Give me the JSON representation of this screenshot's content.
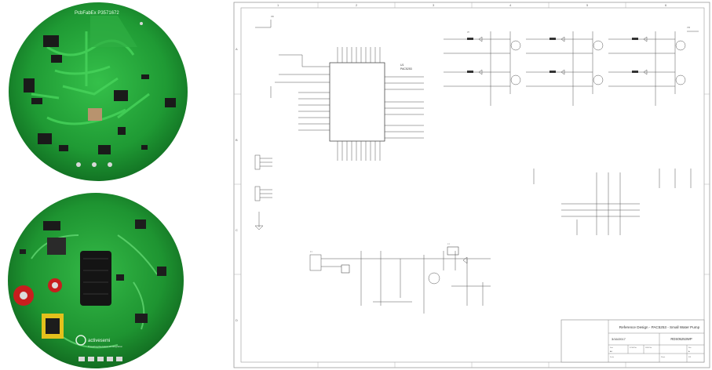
{
  "pcb_top": {
    "silkscreen": "PcbFabEx P3571672"
  },
  "pcb_bottom": {
    "logo_text": "activesemi",
    "logo_tagline": "Powering the future of integration"
  },
  "schematic": {
    "frame_cols": [
      "1",
      "2",
      "3",
      "4",
      "5",
      "6"
    ],
    "frame_rows": [
      "A",
      "B",
      "C",
      "D"
    ],
    "mcu_name": "U1",
    "mcu_part": "PAC5253",
    "title_block": {
      "title": "Reference Design - PAC5253 - Small Water Pump",
      "date": "3/16/2017",
      "doc_number": "RDS05253WP",
      "size_label": "Size",
      "fcsm_label": "FCSM No.",
      "dwg_label": "DWG No.",
      "rev_label": "Rev",
      "scale_label": "Scale",
      "sheet_label": "Sheet",
      "sheet_value": "1/1",
      "rev_value": "A",
      "size_value": "A3"
    }
  }
}
